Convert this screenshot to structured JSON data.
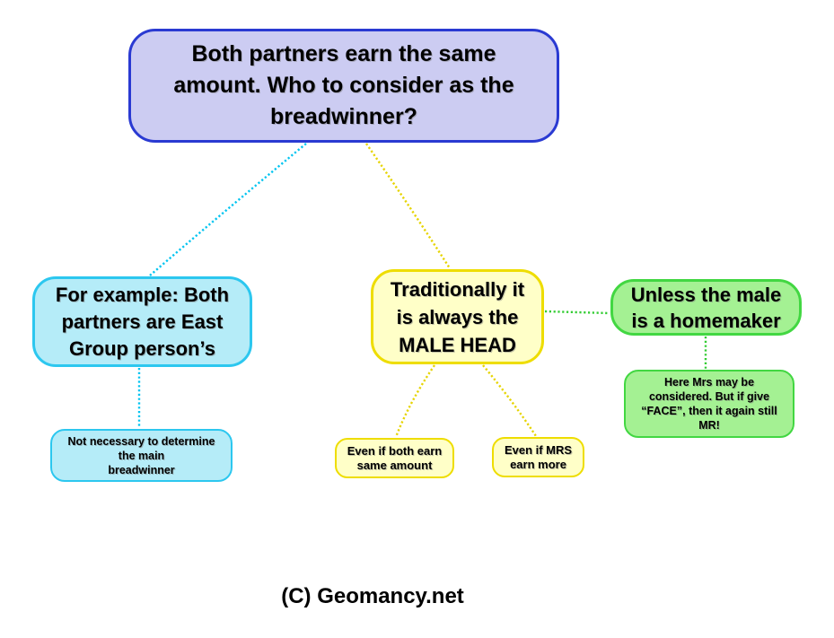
{
  "nodes": {
    "root": {
      "label": "Both partners earn the same\namount. Who to consider as the\nbreadwinner?",
      "fill": "#ccccf2",
      "border": "#2a3ad2"
    },
    "example": {
      "label": "For example: Both\npartners are East\nGroup person’s",
      "fill": "#b5ecf8",
      "border": "#2cc7ef"
    },
    "not_necessary": {
      "label": "Not necessary to determine\nthe main\nbreadwinner",
      "fill": "#b5ecf8",
      "border": "#2cc7ef"
    },
    "traditionally": {
      "label": "Traditionally it\nis always the\nMALE HEAD",
      "fill": "#ffffc8",
      "border": "#eedd00"
    },
    "even_both": {
      "label": "Even if both earn\nsame amount",
      "fill": "#ffffc8",
      "border": "#eedd00"
    },
    "even_mrs": {
      "label": "Even if MRS\nearn more",
      "fill": "#ffffc8",
      "border": "#eedd00"
    },
    "unless": {
      "label": "Unless the male\nis a homemaker",
      "fill": "#a4f193",
      "border": "#42d742"
    },
    "here_mrs": {
      "label": "Here Mrs may be\nconsidered. But if give\n“FACE”, then it again still\nMR!",
      "fill": "#a4f193",
      "border": "#42d742"
    }
  },
  "connectors": {
    "root_example": {
      "color": "#00c4f0"
    },
    "root_traditionally": {
      "color": "#e6d400"
    },
    "example_not_necessary": {
      "color": "#00c4f0"
    },
    "traditionally_even_both": {
      "color": "#e6d400"
    },
    "traditionally_even_mrs": {
      "color": "#e6d400"
    },
    "traditionally_unless": {
      "color": "#33cc33"
    },
    "unless_here_mrs": {
      "color": "#33cc33"
    }
  },
  "footer": {
    "copyright": "(C) Geomancy.net"
  }
}
